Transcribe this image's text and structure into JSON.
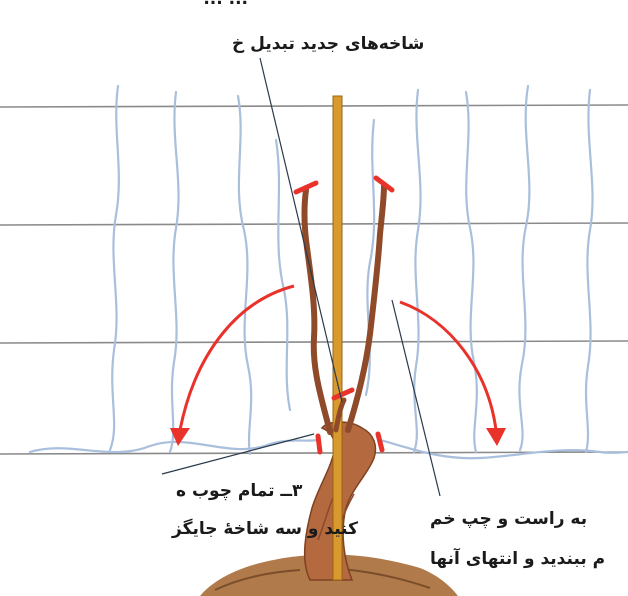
{
  "captions": {
    "top_line_1": "... ...",
    "top_line_2": "شاخه‌های جدید تبدیل خ",
    "left_line_1": "۳ــ تمام چوب ه",
    "left_line_2": "کنید و سه شاخهٔ جایگز",
    "right_line_1": "به راست و چپ خم",
    "right_line_2": "م ببندید و انتهای آنها"
  },
  "colors": {
    "trellis_wire": "#8a8a8a",
    "hanging_shoot": "#a9bfdd",
    "stake": "#d89a2e",
    "trunk": "#b4693f",
    "cut_mark": "#e8322a",
    "bend_arrow": "#e8322a",
    "soil": "#b07a4a",
    "leader_line": "#2b3a4a"
  },
  "icons": {
    "bend_arrows": "curved-arrow-icon",
    "cut_marks": "pruning-cut-icon"
  }
}
